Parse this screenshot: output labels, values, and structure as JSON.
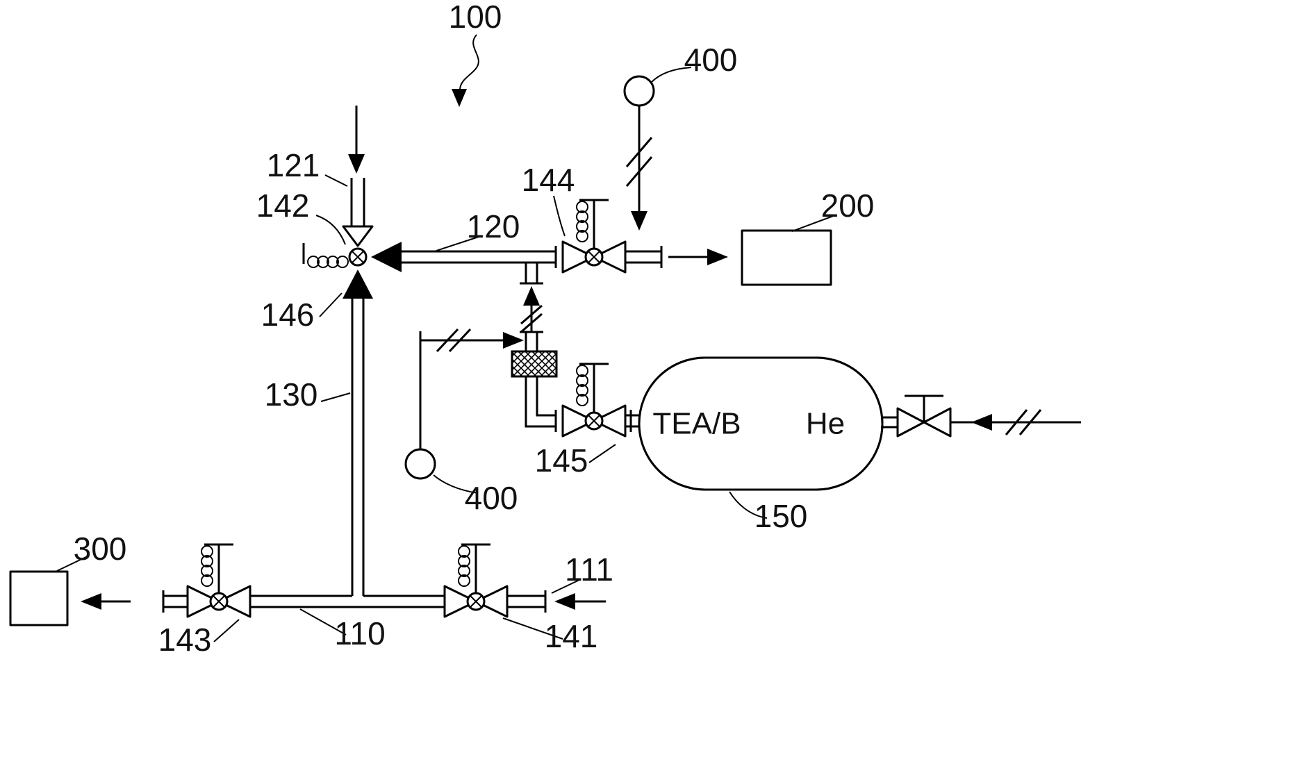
{
  "figure": {
    "reference_labels": {
      "system": "100",
      "inlet_top": "121",
      "junction_valve": "142",
      "pipe_top": "120",
      "valve_outlet": "144",
      "junction_arrow": "146",
      "pipe_vertical": "130",
      "gauge_top": "400",
      "gauge_mid": "400",
      "outlet_box": "200",
      "valve_tank": "145",
      "tank": "150",
      "drain_box": "300",
      "valve_bottom_left": "143",
      "pipe_bottom": "110",
      "valve_bottom_right": "141",
      "inlet_bottom": "111"
    },
    "tank": {
      "left_label": "TEA/B",
      "right_label": "He"
    },
    "colors": {
      "ink": "#000000",
      "background": "#ffffff"
    }
  }
}
